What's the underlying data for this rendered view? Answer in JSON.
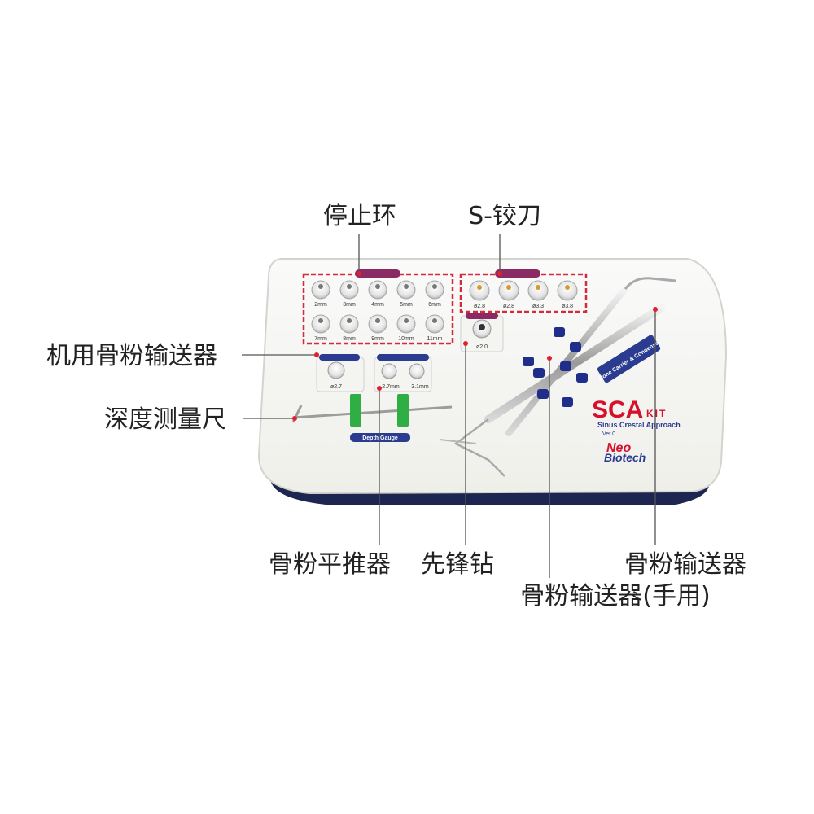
{
  "callouts": {
    "stop_ring": "停止环",
    "s_reamer": "S-铰刀",
    "machine_bone_carrier": "机用骨粉输送器",
    "depth_gauge": "深度测量尺",
    "bone_condenser": "骨粉平推器",
    "pilot_drill": "先锋钻",
    "bone_carrier": "骨粉输送器",
    "bone_carrier_hand": "骨粉输送器(手用)"
  },
  "kit": {
    "brand_main": "SCA",
    "brand_sub": "KIT",
    "full_name": "Sinus Crestal Approach",
    "version": "Ver.0",
    "maker_line1": "Neo",
    "maker_line2": "Biotech",
    "carrier_label": "Bone Carrier & Condenser",
    "depth_gauge_label": "Depth Gauge",
    "stopper_sizes_row1": [
      "2mm",
      "3mm",
      "4mm",
      "5mm",
      "6mm"
    ],
    "stopper_sizes_row2": [
      "7mm",
      "8mm",
      "9mm",
      "10mm",
      "11mm"
    ],
    "reamer_sizes": [
      "ø2.8",
      "ø2.8",
      "ø3.3",
      "ø3.8"
    ],
    "pilot_drill_size": "ø2.0",
    "bone_inserter_size": "ø2.7",
    "spreader_sizes": [
      "2.7mm",
      "3.1mm"
    ]
  },
  "colors": {
    "callout_line": "#555555",
    "callout_dot": "#e0202e",
    "dash_box": "#d42a3c",
    "tray_body": "#f7f7f3",
    "tray_base": "#1c2650",
    "grip_blue": "#1e2e8a",
    "green_clip": "#2eae43"
  }
}
